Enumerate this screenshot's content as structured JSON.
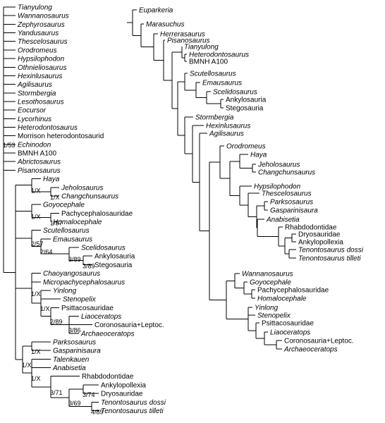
{
  "left_tree": {
    "taxa": [
      {
        "name": "Tianyulong",
        "italic": true
      },
      {
        "name": "Wannanosaurus",
        "italic": true
      },
      {
        "name": "Zephyrosaurus",
        "italic": true
      },
      {
        "name": "Yandusaurus",
        "italic": true
      },
      {
        "name": "Thescelosaurus",
        "italic": true
      },
      {
        "name": "Orodromeus",
        "italic": true
      },
      {
        "name": "Hypsilophodon",
        "italic": true
      },
      {
        "name": "Othnieliosaurus",
        "italic": true
      },
      {
        "name": "Hexinlusaurus",
        "italic": true
      },
      {
        "name": "Agilisaurus",
        "italic": true
      },
      {
        "name": "Stormbergia",
        "italic": true
      },
      {
        "name": "Lesothosaurus",
        "italic": true
      },
      {
        "name": "Eocursor",
        "italic": true
      },
      {
        "name": "Lycorhinus",
        "italic": true
      },
      {
        "name": "Heterodontosaurus",
        "italic": true
      },
      {
        "name": "Morrison heterodontosaurid",
        "italic": false
      },
      {
        "name": "Echinodon",
        "italic": true
      },
      {
        "name": "BMNH A100",
        "italic": false
      },
      {
        "name": "Abrictosaurus",
        "italic": true
      },
      {
        "name": "Pisanosaurus",
        "italic": true
      },
      {
        "name": "Haya",
        "italic": true
      },
      {
        "name": "Jeholosaurus",
        "italic": true
      },
      {
        "name": "Changchunsaurus",
        "italic": true
      },
      {
        "name": "Goyocephale",
        "italic": true
      },
      {
        "name": "Pachycephalosauridae",
        "italic": false
      },
      {
        "name": "Homalocephale",
        "italic": true
      },
      {
        "name": "Scutellosaurus",
        "italic": true
      },
      {
        "name": "Emausaurus",
        "italic": true
      },
      {
        "name": "Scelidosaurus",
        "italic": true
      },
      {
        "name": "Ankylosauria",
        "italic": false
      },
      {
        "name": "Stegosauria",
        "italic": false
      },
      {
        "name": "Chaoyangosaurus",
        "italic": true
      },
      {
        "name": "Micropachycephalosaurus",
        "italic": true
      },
      {
        "name": "Yinlong",
        "italic": true
      },
      {
        "name": "Stenopelix",
        "italic": true
      },
      {
        "name": "Psittacosauridae",
        "italic": false
      },
      {
        "name": "Liaoceratops",
        "italic": true
      },
      {
        "name": "Coronosauria+Leptoc.",
        "italic": false
      },
      {
        "name": "Archaeoceratops",
        "italic": true
      },
      {
        "name": "Parksosaurus",
        "italic": true
      },
      {
        "name": "Gasparinisaura",
        "italic": true
      },
      {
        "name": "Talenkauen",
        "italic": true
      },
      {
        "name": "Anabisetia",
        "italic": true
      },
      {
        "name": "Rhabdodontidae",
        "italic": false
      },
      {
        "name": "Ankylopollexia",
        "italic": false
      },
      {
        "name": "Dryosauridae",
        "italic": false
      },
      {
        "name": "Tenontosaurus dossi",
        "italic": true
      },
      {
        "name": "Tenontosaurus tilleti",
        "italic": true
      }
    ],
    "node_labels": [
      "1/53",
      "1/X",
      "1/X",
      "1/X",
      "1/57",
      "2/57",
      "2/64",
      "3/89",
      "3/89",
      "1/X",
      "1/X",
      "2/89",
      "3/86",
      "1/X",
      "1/X",
      "1/X",
      "3/71",
      "3/74",
      "3/69",
      "4/89"
    ]
  },
  "right_tree": {
    "taxa": [
      {
        "name": "Euparkeria",
        "italic": true
      },
      {
        "name": "Marasuchus",
        "italic": true
      },
      {
        "name": "Herrerasaurus",
        "italic": true
      },
      {
        "name": "Pisanosaurus",
        "italic": true
      },
      {
        "name": "Tianyulong",
        "italic": true
      },
      {
        "name": "Heterodontosaurus",
        "italic": true
      },
      {
        "name": "BMNH A100",
        "italic": false
      },
      {
        "name": "Scutellosaurus",
        "italic": true
      },
      {
        "name": "Emausaurus",
        "italic": true
      },
      {
        "name": "Scelidosaurus",
        "italic": true
      },
      {
        "name": "Ankylosauria",
        "italic": false
      },
      {
        "name": "Stegosauria",
        "italic": false
      },
      {
        "name": "Stormbergia",
        "italic": true
      },
      {
        "name": "Hexinlusaurus",
        "italic": true
      },
      {
        "name": "Agilisaurus",
        "italic": true
      },
      {
        "name": "Orodromeus",
        "italic": true
      },
      {
        "name": "Haya",
        "italic": true
      },
      {
        "name": "Jeholosaurus",
        "italic": true
      },
      {
        "name": "Changchunsaurus",
        "italic": true
      },
      {
        "name": "Hypsilophodon",
        "italic": true
      },
      {
        "name": "Thescelosaurus",
        "italic": true
      },
      {
        "name": "Parksosaurus",
        "italic": true
      },
      {
        "name": "Gasparinisaura",
        "italic": true
      },
      {
        "name": "Anabisetia",
        "italic": true
      },
      {
        "name": "Rhabdodontidae",
        "italic": false
      },
      {
        "name": "Dryosauridae",
        "italic": false
      },
      {
        "name": "Ankylopollexia",
        "italic": false
      },
      {
        "name": "Tenontosaurus dossi",
        "italic": true
      },
      {
        "name": "Tenontosaurus tilleti",
        "italic": true
      },
      {
        "name": "Wannanosaurus",
        "italic": true
      },
      {
        "name": "Goyocephale",
        "italic": true
      },
      {
        "name": "Pachycephalosauridae",
        "italic": false
      },
      {
        "name": "Homalocephale",
        "italic": true
      },
      {
        "name": "Yinlong",
        "italic": true
      },
      {
        "name": "Stenopelix",
        "italic": true
      },
      {
        "name": "Psittacosauridae",
        "italic": false
      },
      {
        "name": "Liaoceratops",
        "italic": true
      },
      {
        "name": "Coronosauria+Leptoc.",
        "italic": false
      },
      {
        "name": "Archaeoceratops",
        "italic": true
      }
    ]
  }
}
